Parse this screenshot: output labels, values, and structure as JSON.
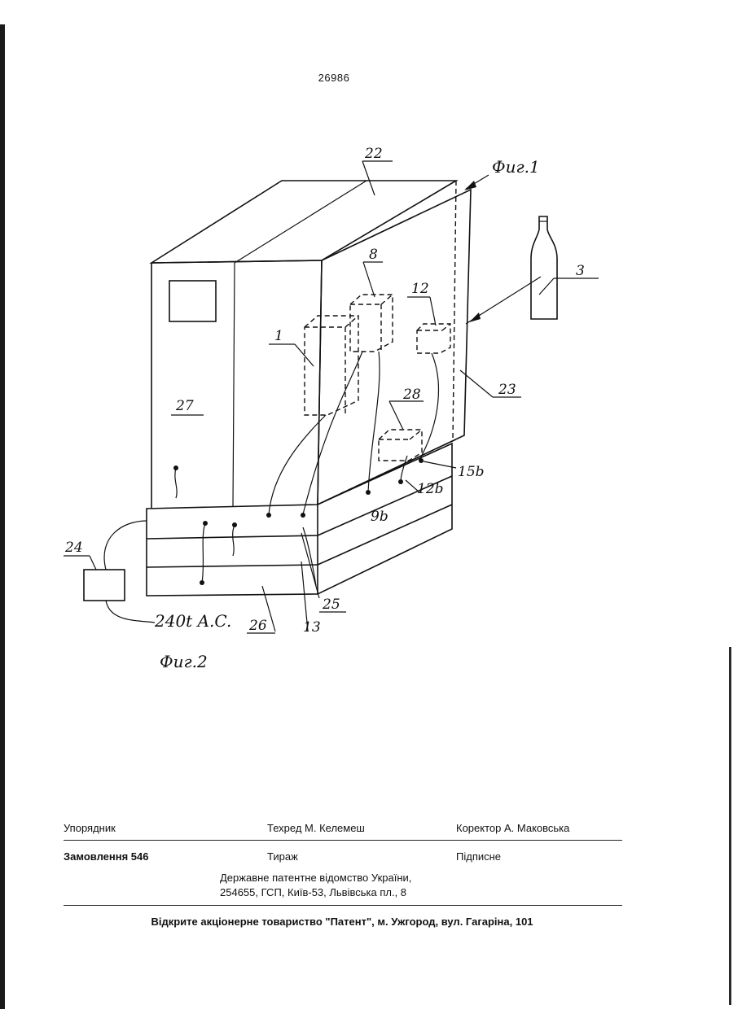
{
  "page_number": "26986",
  "figure": {
    "caption": "Фиг.2",
    "ref_fig1": "Фиг.1",
    "labels": {
      "l22": "22",
      "l8": "8",
      "l1": "1",
      "l12": "12",
      "l3": "3",
      "l23": "23",
      "l27": "27",
      "l28": "28",
      "l15b": "15b",
      "l12b": "12b",
      "l9b": "9b",
      "l24": "24",
      "l25": "25",
      "l26": "26",
      "l13": "13",
      "power": "240t A.C."
    }
  },
  "footer": {
    "compiler": "Упорядник",
    "tech_editor": "Техред М. Келемеш",
    "corrector": "Коректор А. Маковська",
    "order": "Замовлення 546",
    "circulation": "Тираж",
    "subscription": "Підписне",
    "office_line1": "Державне патентне відомство України,",
    "office_line2": "254655, ГСП, Київ-53, Львівська пл., 8",
    "publisher": "Відкрите акціонерне товариство \"Патент\", м. Ужгород, вул. Гагаріна, 101"
  }
}
